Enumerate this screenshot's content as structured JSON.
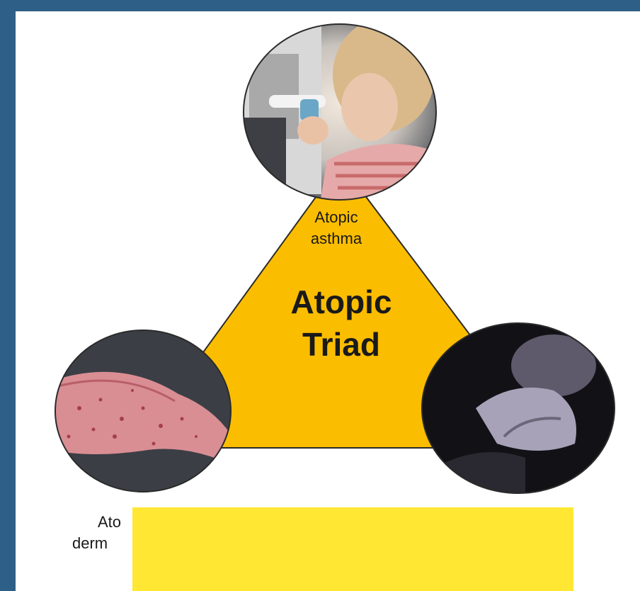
{
  "diagram": {
    "title_line1": "Atopic",
    "title_line2": "Triad",
    "top_label_line1": "Atopic",
    "top_label_line2": "asthma",
    "left_label_line1": "Ato",
    "left_label_line2": "derm",
    "photos": {
      "top": "child-using-inhaler-photo",
      "left": "rash-on-skin-photo",
      "right": "person-sneezing-photo"
    }
  },
  "colors": {
    "background_frame": "#2e5f87",
    "triangle_fill": "#fbbd00",
    "cover_box": "#ffe733",
    "text": "#1a1a1a"
  }
}
